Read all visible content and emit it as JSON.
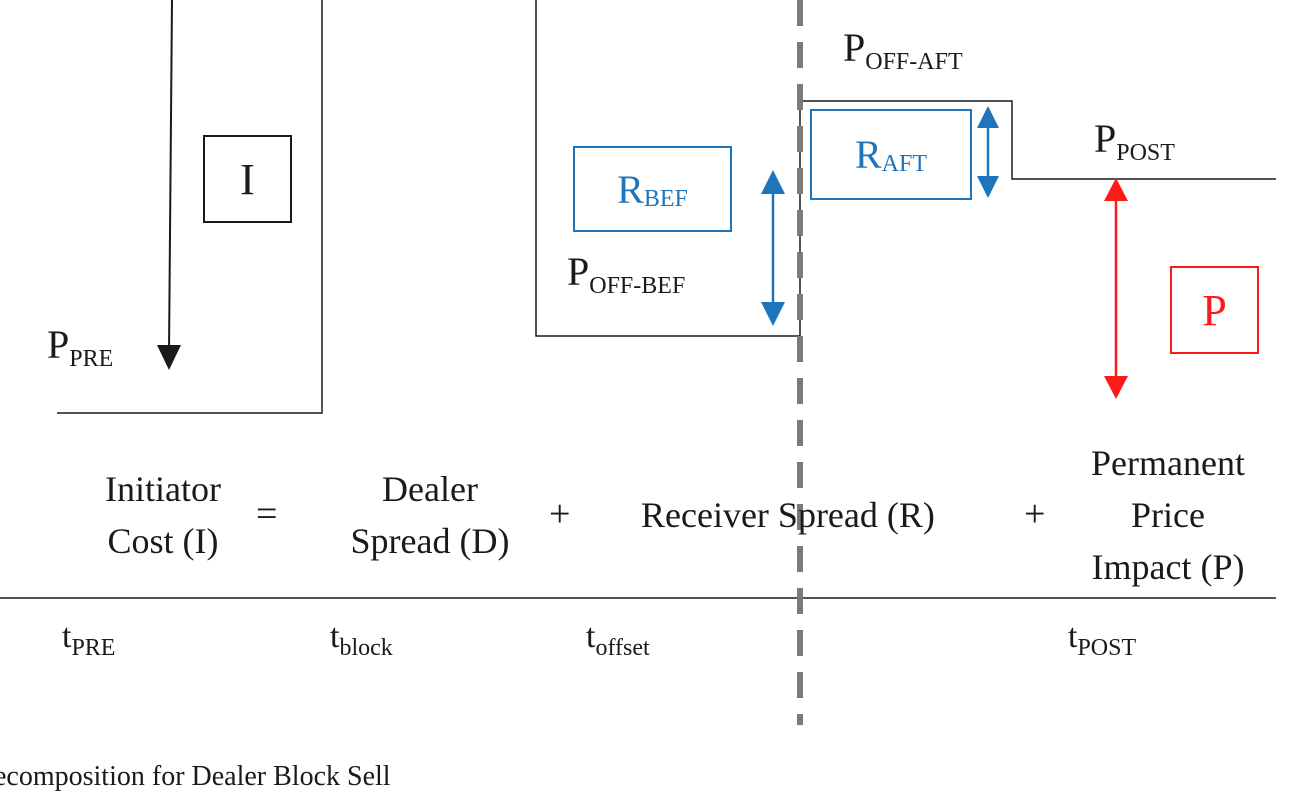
{
  "labels": {
    "p_pre": {
      "base": "P",
      "sub": "PRE"
    },
    "p_off_bef": {
      "base": "P",
      "sub": "OFF-BEF"
    },
    "p_off_aft": {
      "base": "P",
      "sub": "OFF-AFT"
    },
    "p_post": {
      "base": "P",
      "sub": "POST"
    },
    "box_i": {
      "text": "I"
    },
    "box_r_bef": {
      "base": "R",
      "sub": "BEF"
    },
    "box_r_aft": {
      "base": "R",
      "sub": "AFT"
    },
    "box_p": {
      "text": "P"
    }
  },
  "equation": {
    "initiator_line1": "Initiator",
    "initiator_line2": "Cost (I)",
    "equals": "=",
    "dealer_line1": "Dealer",
    "dealer_line2": "Spread (D)",
    "plus1": "+",
    "receiver": "Receiver Spread (R)",
    "plus2": "+",
    "permanent_line1": "Permanent",
    "permanent_line2": "Price",
    "permanent_line3": "Impact (P)"
  },
  "timeline": [
    {
      "base": "t",
      "sub": "PRE"
    },
    {
      "base": "t",
      "sub": "block"
    },
    {
      "base": "t",
      "sub": "offset"
    },
    {
      "base": "t",
      "sub": "POST"
    }
  ],
  "caption": "ecomposition for Dealer Block Sell",
  "colors": {
    "blue": "#1f75bc",
    "red": "#ff1a1a",
    "black": "#1a1a1a",
    "dashed": "#7a7a7a"
  }
}
